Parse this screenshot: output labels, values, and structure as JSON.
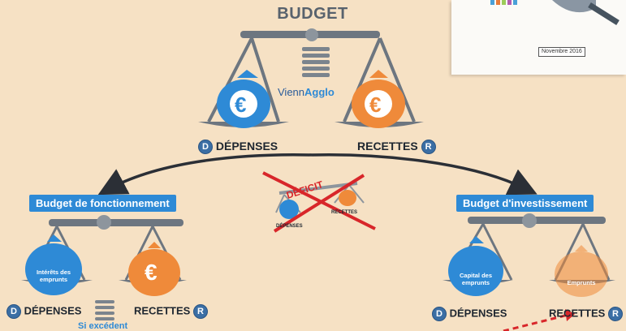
{
  "title": "BUDGET",
  "date_label": "Novembre 2016",
  "logo": {
    "part1": "Vienn",
    "part2": "Agglo"
  },
  "main": {
    "depenses_letter": "D",
    "depenses_label": "DÉPENSES",
    "recettes_label": "RECETTES",
    "recettes_letter": "R",
    "euro": "€"
  },
  "deficit": {
    "label": "DÉFICIT",
    "depenses_label": "DÉPENSES",
    "recettes_label": "RECETTES"
  },
  "fonctionnement": {
    "title": "Budget de fonctionnement",
    "bag_left_text": "Intérêts des emprunts",
    "depenses_letter": "D",
    "depenses_label": "DÉPENSES",
    "recettes_label": "RECETTES",
    "recettes_letter": "R",
    "euro": "€",
    "surplus_label": "Si excédent"
  },
  "investissement": {
    "title": "Budget d'investissement",
    "bag_left_text": "Capital des emprunts",
    "bag_right_text": "Emprunts",
    "depenses_letter": "D",
    "depenses_label": "DÉPENSES",
    "recettes_label": "RECETTES",
    "recettes_letter": "R"
  },
  "colors": {
    "blue": "#2e8ad6",
    "orange": "#ef8a3a",
    "grey": "#6d7680",
    "red": "#d8262a",
    "background": "#f6e1c4"
  }
}
